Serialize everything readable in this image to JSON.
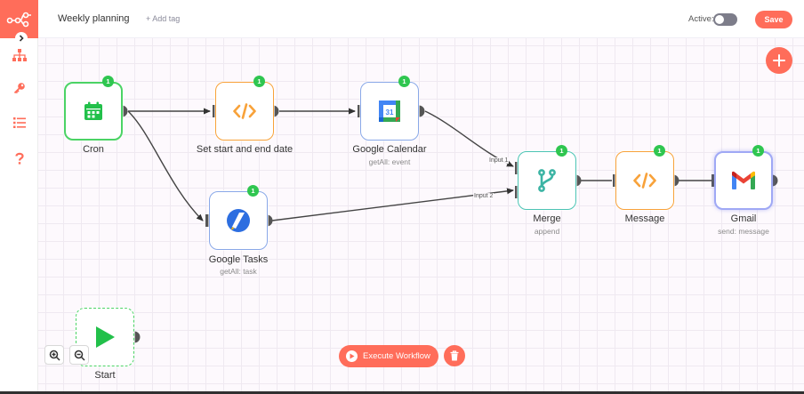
{
  "header": {
    "workflow_name": "Weekly planning",
    "add_tag": "+ Add tag",
    "active_label": "Active:",
    "active": false,
    "save_label": "Save"
  },
  "sidebar": {
    "items": [
      {
        "icon": "workflows-icon"
      },
      {
        "icon": "key-icon"
      },
      {
        "icon": "executions-list-icon"
      },
      {
        "icon": "help-icon"
      }
    ]
  },
  "nodes": [
    {
      "id": "cron",
      "label": "Cron",
      "sublabel": "",
      "badge": "1",
      "icon": "calendar-icon"
    },
    {
      "id": "set-dates",
      "label": "Set start and end date",
      "sublabel": "",
      "badge": "1",
      "icon": "code-icon"
    },
    {
      "id": "google-calendar",
      "label": "Google Calendar",
      "sublabel": "getAll: event",
      "badge": "1",
      "icon": "google-calendar-icon",
      "icon_text": "31"
    },
    {
      "id": "google-tasks",
      "label": "Google Tasks",
      "sublabel": "getAll: task",
      "badge": "1",
      "icon": "google-tasks-icon"
    },
    {
      "id": "merge",
      "label": "Merge",
      "sublabel": "append",
      "badge": "1",
      "icon": "merge-icon"
    },
    {
      "id": "message",
      "label": "Message",
      "sublabel": "",
      "badge": "1",
      "icon": "code-icon"
    },
    {
      "id": "gmail",
      "label": "Gmail",
      "sublabel": "send: message",
      "badge": "1",
      "icon": "gmail-icon"
    },
    {
      "id": "start",
      "label": "Start",
      "sublabel": "",
      "badge": "",
      "icon": "play-icon"
    }
  ],
  "edges": {
    "input1": "Input 1",
    "input2": "Input 2"
  },
  "actions": {
    "execute_label": "Execute Workflow"
  },
  "colors": {
    "brand": "#ff6d5a",
    "success": "#2fc650",
    "code": "#f8a23a",
    "merge": "#3cb4a4"
  }
}
